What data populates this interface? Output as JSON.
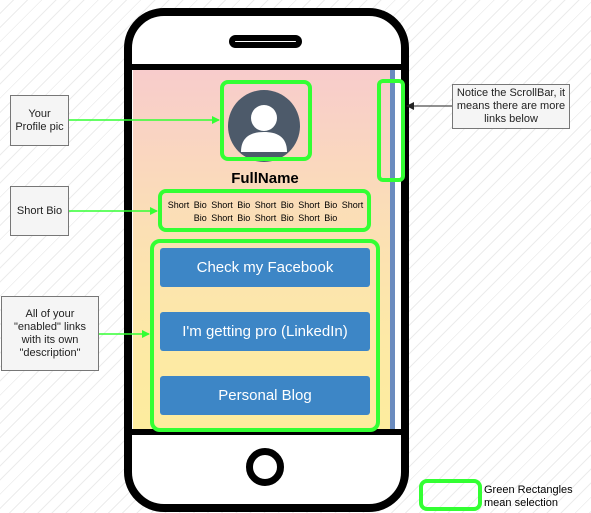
{
  "profile": {
    "full_name": "FullName",
    "avatar_icon": "user-silhouette-icon",
    "short_bio": "Short Bio  Short Bio  Short Bio  Short Bio  Short Bio  Short Bio  Short Bio  Short Bio"
  },
  "links": [
    {
      "label": "Check my Facebook"
    },
    {
      "label": "I'm getting pro (LinkedIn)"
    },
    {
      "label": "Personal Blog"
    }
  ],
  "callouts": {
    "profile": "Your Profile pic",
    "bio": "Short Bio",
    "links": "All of your \"enabled\" links with its own \"description\"",
    "scrollbar": "Notice the ScrollBar, it means there are more links below"
  },
  "legend": {
    "text": "Green Rectangles mean selection"
  },
  "colors": {
    "selection": "#33ff33",
    "link_button": "#3d86c6",
    "avatar": "#4d5a6a",
    "scrollbar": "#6a8bbf"
  }
}
